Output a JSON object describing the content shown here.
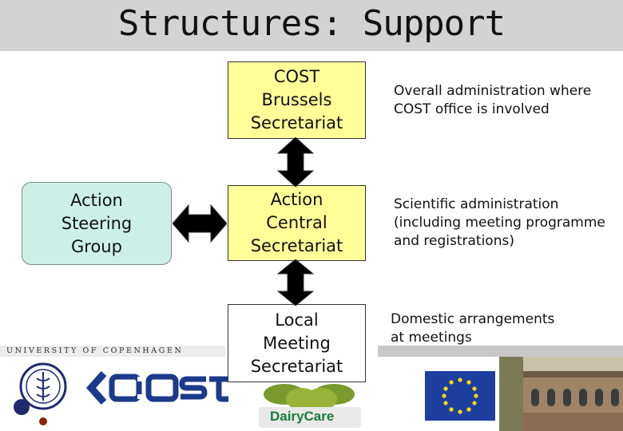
{
  "title": "Structures: Support",
  "boxes": {
    "cost": "COST\nBrussels\nSecretariat",
    "central": "Action\nCentral\nSecretariat",
    "local": "Local\nMeeting\nSecretariat",
    "steering": "Action\nSteering\nGroup"
  },
  "descriptions": {
    "cost": "Overall administration where\nCOST office is involved",
    "central": "Scientific administration\n(including meeting programme\nand registrations)",
    "local": "Domestic arrangements\nat meetings"
  },
  "footer": {
    "university": "UNIVERSITY OF COPENHAGEN",
    "cost_logo": "cost",
    "dairycare": "DairyCare"
  },
  "colors": {
    "box_yellow": "#ffff99",
    "box_green": "#ccf0e6",
    "arrow": "#000000"
  }
}
